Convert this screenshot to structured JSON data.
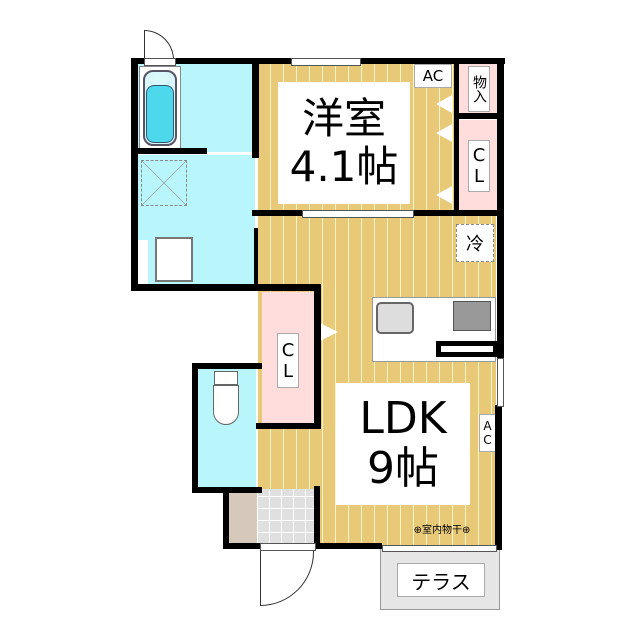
{
  "floorplan": {
    "rooms": {
      "western_room": {
        "name": "洋室",
        "size": "4.1帖"
      },
      "ldk": {
        "name": "LDK",
        "size": "9帖"
      },
      "terrace": {
        "name": "テラス"
      }
    },
    "labels": {
      "ac_western": "AC",
      "ac_ldk": "AC",
      "storage": "物入",
      "closet_western": "CL",
      "closet_hall": "CL",
      "fridge": "冷",
      "indoor_drying": "⊕室内物干⊕"
    },
    "colors": {
      "wood": "#e8c978",
      "wet_area": "#b8f6fc",
      "closet": "#ffdddd",
      "entrance_tile": "#e0e0e0",
      "shoe_box": "#d6c8bb",
      "terrace": "#e6e6e6"
    }
  }
}
